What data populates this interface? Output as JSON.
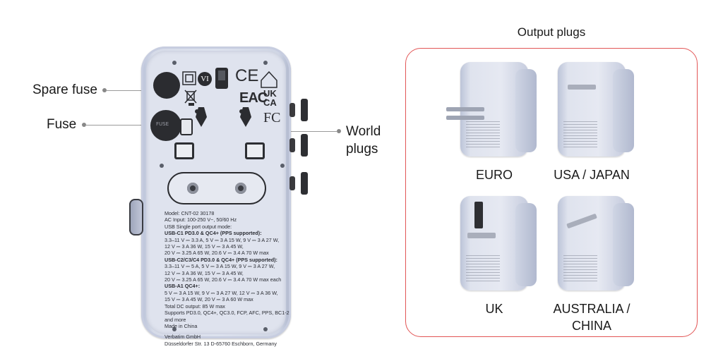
{
  "callouts": {
    "spare_fuse": "Spare fuse",
    "fuse": "Fuse",
    "world_plugs_line1": "World",
    "world_plugs_line2": "plugs"
  },
  "adapter": {
    "fuse_marking": "FUSE",
    "marks": {
      "class2": "VI",
      "ce": "CE",
      "eac": "EAC",
      "ukca_line1": "UK",
      "ukca_line2": "CA",
      "fc": "FC"
    },
    "label_lines": [
      {
        "text": "Model: CNT-02 30178",
        "bold": false
      },
      {
        "text": "AC Input: 100-250 V~, 50/60 Hz",
        "bold": false
      },
      {
        "text": "USB Single port output mode:",
        "bold": false
      },
      {
        "text": "USB-C1 PD3.0 & QC4+ (PPS supported):",
        "bold": true
      },
      {
        "text": "3.3–11 V ⎓ 3.3 A, 5 V ⎓ 3 A 15 W, 9 V ⎓ 3 A 27 W,",
        "bold": false
      },
      {
        "text": "12 V ⎓ 3 A 36 W, 15 V ⎓ 3 A 45 W,",
        "bold": false
      },
      {
        "text": "20 V ⎓ 3.25 A 65 W, 20.6 V ⎓ 3.4 A 70 W max",
        "bold": false
      },
      {
        "text": "USB-C2/C3/C4 PD3.0 & QC4+ (PPS supported):",
        "bold": true
      },
      {
        "text": "3.3–11 V ⎓ 5 A, 5 V ⎓ 3 A 15 W, 9 V ⎓ 3 A 27 W,",
        "bold": false
      },
      {
        "text": "12 V ⎓ 3 A 36 W, 15 V ⎓ 3 A 45 W,",
        "bold": false
      },
      {
        "text": "20 V ⎓ 3.25 A 65 W, 20.6 V ⎓ 3.4 A 70 W max each",
        "bold": false
      },
      {
        "text": "USB-A1 QC4+:",
        "bold": true
      },
      {
        "text": "5 V ⎓ 3 A 15 W, 9 V ⎓ 3 A 27 W, 12 V ⎓ 3 A 36 W,",
        "bold": false
      },
      {
        "text": "15 V ⎓ 3 A 45 W, 20 V ⎓ 3 A 60 W max",
        "bold": false
      },
      {
        "text": "Total DC output: 85 W max",
        "bold": false
      },
      {
        "text": "Supports PD3.0, QC4+, QC3.0, FCP, AFC, PPS, BC1-2",
        "bold": false
      },
      {
        "text": "and more",
        "bold": false
      },
      {
        "text": "Made in China",
        "bold": false
      },
      {
        "text": "",
        "bold": false
      },
      {
        "text": "Verbatim GmbH",
        "bold": false
      },
      {
        "text": "Düsseldorfer Str. 13 D-65760 Eschborn, Germany",
        "bold": false
      }
    ]
  },
  "output_plugs": {
    "title": "Output plugs",
    "items": [
      {
        "label": "EURO",
        "label2": ""
      },
      {
        "label": "USA / JAPAN",
        "label2": ""
      },
      {
        "label": "UK",
        "label2": ""
      },
      {
        "label": "AUSTRALIA /",
        "label2": "CHINA"
      }
    ]
  }
}
